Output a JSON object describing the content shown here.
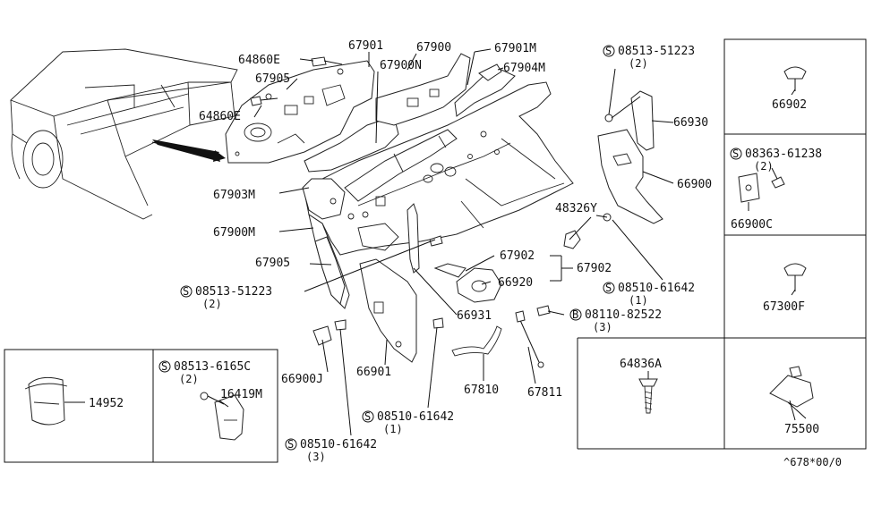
{
  "diagram": {
    "part_labels": {
      "p64860e_top": "64860E",
      "p67905_top": "67905",
      "p64860e_mid": "64860E",
      "p67901": "67901",
      "p67900": "67900",
      "p67900n": "67900N",
      "p67901m": "67901M",
      "p67904m": "67904M",
      "p67903m": "67903M",
      "p67900m": "67900M",
      "p67905_low": "67905",
      "s08513_51223_left": "08513-51223",
      "s08513_51223_left_qty": "(2)",
      "p67902_a": "67902",
      "p67902_b": "67902",
      "p66920": "66920",
      "p66931": "66931",
      "p66900j": "66900J",
      "p66901": "66901",
      "p67810": "67810",
      "p67811": "67811",
      "s08510_61642_mid": "08510-61642",
      "s08510_61642_mid_qty": "(1)",
      "s08510_61642_bot": "08510-61642",
      "s08510_61642_bot_qty": "(3)",
      "s08513_51223_top": "08513-51223",
      "s08513_51223_top_qty": "(2)",
      "p66930": "66930",
      "p66900": "66900",
      "p48326y": "48326Y",
      "s08510_61642_right": "08510-61642",
      "s08510_61642_right_qty": "(1)",
      "b08110_82522": "08110-82522",
      "b08110_82522_qty": "(3)",
      "p66902": "66902",
      "s08363_61238": "08363-61238",
      "s08363_61238_qty": "(2)",
      "p66900c": "66900C",
      "p67300f": "67300F",
      "p64836a": "64836A",
      "p75500": "75500",
      "p14952": "14952",
      "s08513_6165c": "08513-6165C",
      "s08513_6165c_qty": "(2)",
      "p16419m": "16419M"
    },
    "markers": {
      "screw": "S",
      "bolt": "B"
    },
    "footer_code": "^678*00/0"
  }
}
